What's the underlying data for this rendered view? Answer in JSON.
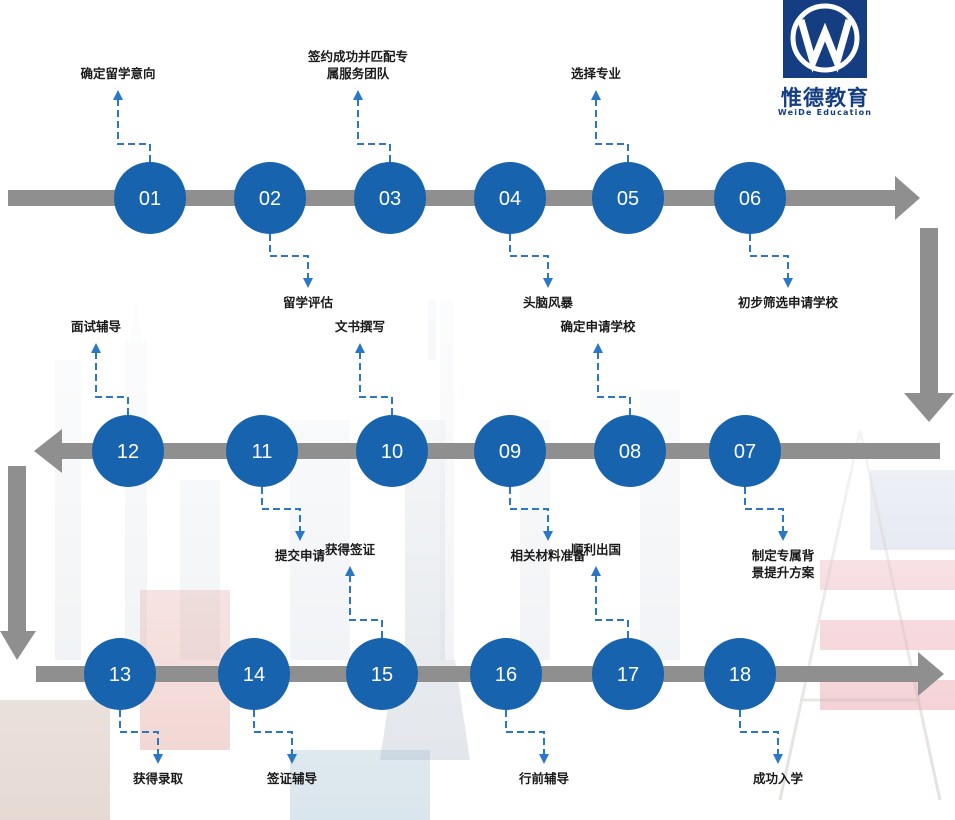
{
  "logo": {
    "cn": "惟德教育",
    "en": "WeiDe Education",
    "brand_color": "#143d82"
  },
  "colors": {
    "node": "#1863ae",
    "arrow": "#8f8f8f",
    "connector": "#2a78c4"
  },
  "steps": [
    {
      "num": "01",
      "label": "确定留学意向"
    },
    {
      "num": "02",
      "label": "留学评估"
    },
    {
      "num": "03",
      "label": "签约成功并匹配专属服务团队"
    },
    {
      "num": "04",
      "label": "头脑风暴"
    },
    {
      "num": "05",
      "label": "选择专业"
    },
    {
      "num": "06",
      "label": "初步筛选申请学校"
    },
    {
      "num": "07",
      "label": "制定专属背景提升方案"
    },
    {
      "num": "08",
      "label": "确定申请学校"
    },
    {
      "num": "09",
      "label": "相关材料准备"
    },
    {
      "num": "10",
      "label": "文书撰写"
    },
    {
      "num": "11",
      "label": "提交申请"
    },
    {
      "num": "12",
      "label": "面试辅导"
    },
    {
      "num": "13",
      "label": "获得录取"
    },
    {
      "num": "14",
      "label": "签证辅导"
    },
    {
      "num": "15",
      "label": "获得签证"
    },
    {
      "num": "16",
      "label": "行前辅导"
    },
    {
      "num": "17",
      "label": "顺利出国"
    },
    {
      "num": "18",
      "label": "成功入学"
    }
  ]
}
